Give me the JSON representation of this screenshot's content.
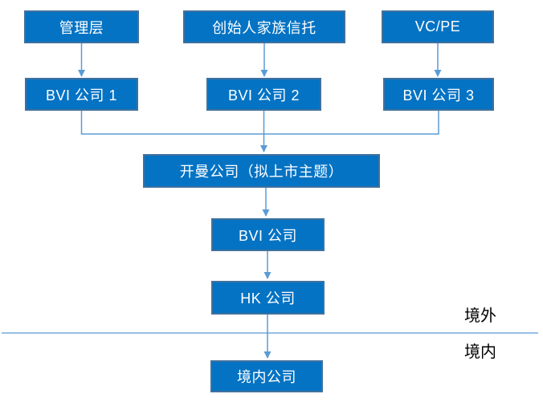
{
  "diagram": {
    "type": "org-structure-flowchart",
    "nodes": {
      "management": {
        "label": "管理层"
      },
      "founder_trust": {
        "label": "创始人家族信托"
      },
      "vcpe": {
        "label": "VC/PE"
      },
      "bvi1": {
        "label": "BVI 公司 1"
      },
      "bvi2": {
        "label": "BVI 公司 2"
      },
      "bvi3": {
        "label": "BVI 公司 3"
      },
      "cayman": {
        "label": "开曼公司（拟上市主题）"
      },
      "bvi": {
        "label": "BVI 公司"
      },
      "hk": {
        "label": "HK 公司"
      },
      "domestic": {
        "label": "境内公司"
      }
    },
    "regions": {
      "offshore_label": "境外",
      "onshore_label": "境内"
    },
    "edges": [
      {
        "from": "管理层",
        "to": "BVI 公司 1"
      },
      {
        "from": "创始人家族信托",
        "to": "BVI 公司 2"
      },
      {
        "from": "VC/PE",
        "to": "BVI 公司 3"
      },
      {
        "from": "BVI 公司 1",
        "to": "开曼公司（拟上市主题）"
      },
      {
        "from": "BVI 公司 2",
        "to": "开曼公司（拟上市主题）"
      },
      {
        "from": "BVI 公司 3",
        "to": "开曼公司（拟上市主题）"
      },
      {
        "from": "开曼公司（拟上市主题）",
        "to": "BVI 公司"
      },
      {
        "from": "BVI 公司",
        "to": "HK 公司"
      },
      {
        "from": "HK 公司",
        "to": "境内公司"
      }
    ],
    "colors": {
      "node_fill": "#0473C4",
      "node_border": "#41719C",
      "connector": "#5B9BD5",
      "node_text": "#FFFFFF",
      "region_text": "#000000"
    }
  }
}
